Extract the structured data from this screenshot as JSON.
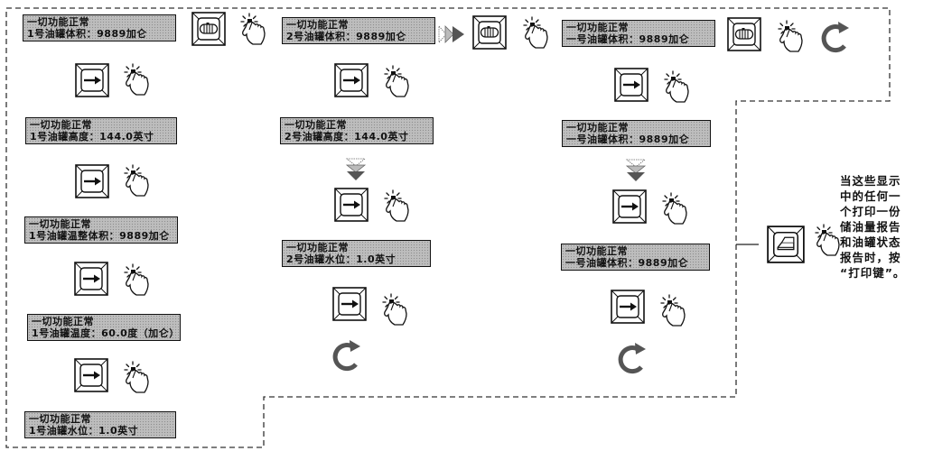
{
  "diagram": {
    "column1": {
      "screens": [
        {
          "line1": "一切功能正常",
          "line2": "1号油罐体积：9889加仑"
        },
        {
          "line1": "一切功能正常",
          "line2": "1号油罐高度：144.0英寸"
        },
        {
          "line1": "一切功能正常",
          "line2": "1号油罐温整体积：9889加仑"
        },
        {
          "line1": "一切功能正常",
          "line2": "1号油罐温度：60.0度（加仑）"
        },
        {
          "line1": "一切功能正常",
          "line2": "1号油罐水位：1.0英寸"
        }
      ]
    },
    "column2": {
      "screens": [
        {
          "line1": "一切功能正常",
          "line2": "2号油罐体积：9889加仑"
        },
        {
          "line1": "一切功能正常",
          "line2": "2号油罐高度：144.0英寸"
        },
        {
          "line1": "一切功能正常",
          "line2": "2号油罐水位：1.0英寸"
        }
      ]
    },
    "column3": {
      "screens": [
        {
          "line1": "一切功能正常",
          "line2": "一号油罐体积：9889加仑"
        },
        {
          "line1": "一切功能正常",
          "line2": "一号油罐体积：9889加仑"
        },
        {
          "line1": "一切功能正常",
          "line2": "一号油罐体积：9889加仑"
        }
      ]
    },
    "keys": {
      "tank_key_icon": "tank-icon",
      "step_key_icon": "right-arrow-icon",
      "print_key_icon": "printer-icon",
      "press_icon": "pointing-hand-icon",
      "repeat_icon": "cycle-arrow-icon"
    },
    "print_note": {
      "lines": [
        "当这些显示",
        "中的任何一",
        "个打印一份",
        "储油量报告",
        "和油罐状态",
        "报告时，按",
        "“打印键”。"
      ]
    }
  }
}
